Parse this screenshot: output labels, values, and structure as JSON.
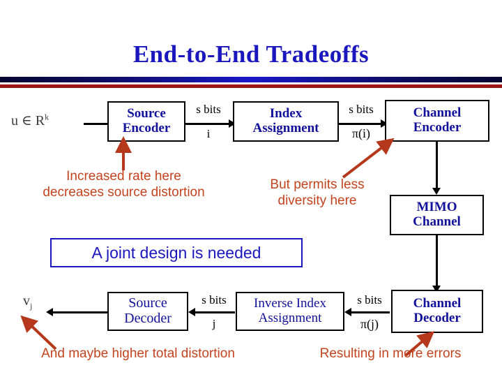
{
  "slide": {
    "title": "End-to-End Tradeoffs",
    "divider_blue": "#1a18c8",
    "divider_red": "#9c1414",
    "box_text_color": "#12119c",
    "annotation_color": "#c3431f",
    "callout_color": "#1b17bf",
    "background": "#ffffff"
  },
  "encoder_chain": {
    "input_label": {
      "base": "u ∈ R",
      "sup": "k"
    },
    "blocks": [
      {
        "id": "source-encoder",
        "line1": "Source",
        "line2": "Encoder"
      },
      {
        "id": "index-assignment",
        "line1": "Index",
        "line2": "Assignment"
      },
      {
        "id": "channel-encoder",
        "line1": "Channel",
        "line2": "Encoder"
      }
    ],
    "links": [
      {
        "id": "link-i",
        "top": "s bits",
        "bottom": "i"
      },
      {
        "id": "link-pi-i",
        "top": "s bits",
        "bottom": "π(i)"
      }
    ]
  },
  "channel": {
    "block": {
      "id": "mimo-channel",
      "line1": "MIMO",
      "line2": "Channel"
    }
  },
  "decoder_chain": {
    "output_label": {
      "base": "v",
      "sub": "j"
    },
    "blocks": [
      {
        "id": "source-decoder",
        "line1": "Source",
        "line2": "Decoder"
      },
      {
        "id": "inverse-index-assignment",
        "line1": "Inverse Index",
        "line2": "Assignment"
      },
      {
        "id": "channel-decoder",
        "line1": "Channel",
        "line2": "Decoder"
      }
    ],
    "links": [
      {
        "id": "link-j",
        "top": "s bits",
        "bottom": "j"
      },
      {
        "id": "link-pi-j",
        "top": "s bits",
        "bottom": "π(j)"
      }
    ]
  },
  "annotations": {
    "rate": {
      "line1": "Increased rate here",
      "line2": "decreases source distortion"
    },
    "diversity": {
      "line1": "But permits less",
      "line2": "diversity here"
    },
    "distortion": {
      "line1": "And maybe higher total distortion"
    },
    "errors": {
      "line1": "Resulting in more errors"
    }
  },
  "callout": {
    "text": "A joint design is needed"
  }
}
